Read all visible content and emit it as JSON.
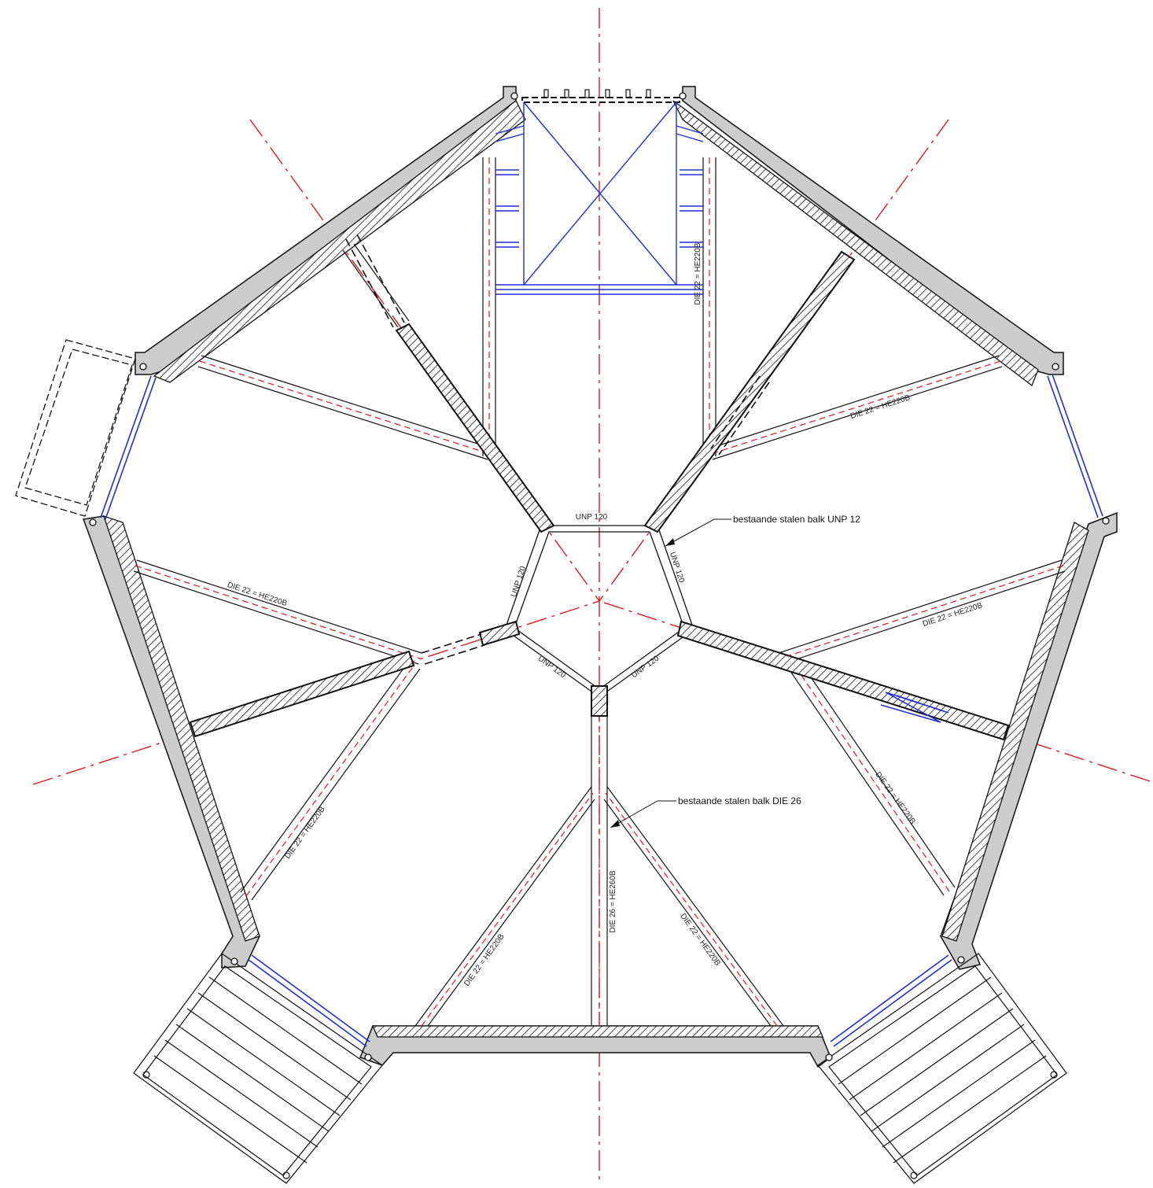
{
  "colors": {
    "line": "#111111",
    "axis": "#e0191b",
    "steel": "#1f2fd6",
    "wall_fill": "#cccccc",
    "background": "#ffffff"
  },
  "labels": {
    "unp_top": "UNP 120",
    "unp_left": "UNP 120",
    "unp_right": "UNP 120",
    "unp_bottom_left": "UNP 120",
    "unp_bottom_right": "UNP 120",
    "die_top_right_vertical": "DIE 22 = HE220B",
    "die_right_upper": "DIE 22 = HE220B",
    "die_left_upper": "DIE 22 = HE220B",
    "die_right_lower": "DIE 22 = HE220B",
    "die_left_lower": "DIE 22 = HE220B",
    "die_right_diag": "DIE 22 = HE220B",
    "die_center": "DIE 26 = HE260B",
    "die_bottom_left": "DIE 22 = HE220B",
    "die_bottom_right": "DIE 22 = HE220B"
  },
  "annotations": {
    "unp_note": "bestaande stalen balk UNP 12",
    "die_note": "bestaande stalen balk DIE 26"
  }
}
